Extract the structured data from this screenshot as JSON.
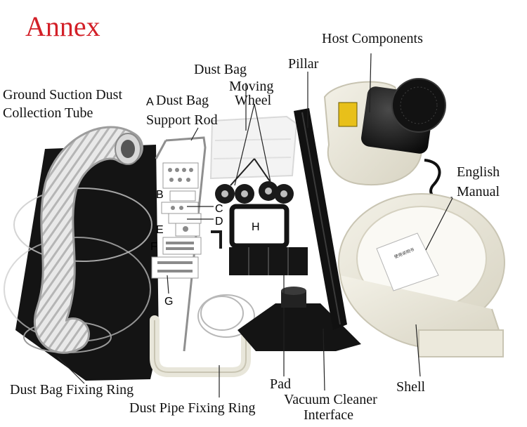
{
  "title": "Annex",
  "labels": {
    "host_components": "Host Components",
    "pillar": "Pillar",
    "dust_bag": "Dust Bag",
    "moving_wheel_1": "Moving",
    "moving_wheel_2": "Wheel",
    "ground_tube_1": "Ground Suction Dust",
    "ground_tube_2": "Collection Tube",
    "support_rod_1": "Dust Bag",
    "support_rod_2": "Support Rod",
    "english_manual_1": "English",
    "english_manual_2": "Manual",
    "fixing_ring": "Dust Bag Fixing Ring",
    "pipe_ring": "Dust Pipe Fixing Ring",
    "pad": "Pad",
    "vacuum_1": "Vacuum Cleaner",
    "vacuum_2": "Interface",
    "shell": "Shell"
  },
  "letters": {
    "a": "A",
    "b": "B",
    "c": "C",
    "d": "D",
    "e": "E",
    "f": "F",
    "g": "G",
    "h": "H"
  },
  "colors": {
    "title": "#d32028",
    "black_part": "#141414",
    "cream_part": "#ece9dc",
    "white_bag": "#f4f4f4",
    "hose": "#e2e2e2"
  },
  "manual_text": "使用说明书"
}
